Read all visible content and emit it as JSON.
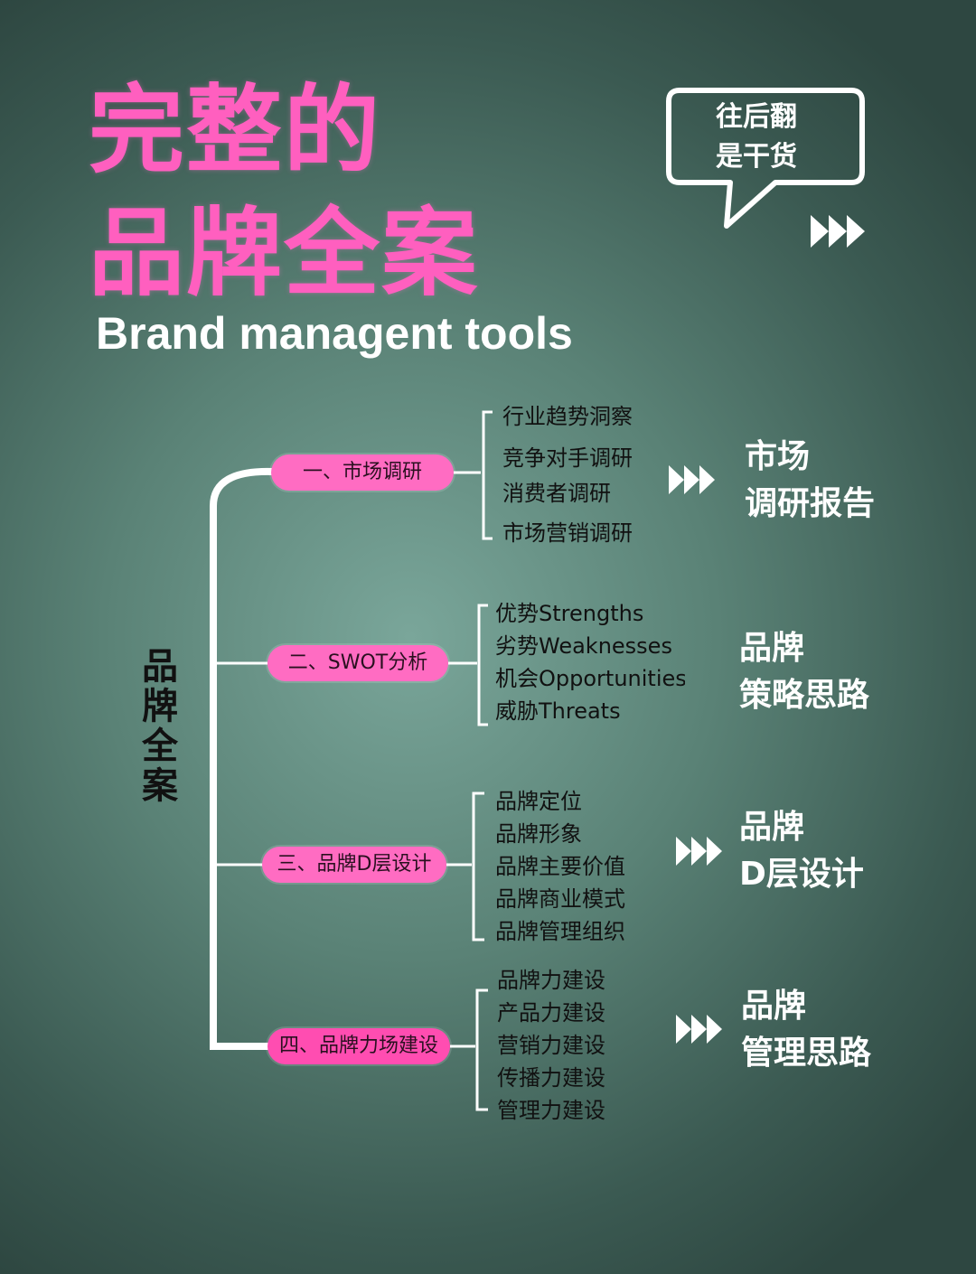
{
  "title": {
    "line1": "完整的",
    "line2": "品牌全案",
    "subtitle": "Brand managent tools"
  },
  "bubble": {
    "line1": "往后翻",
    "line2": "是干货"
  },
  "root": {
    "label": "品牌全案"
  },
  "branches": [
    {
      "label": "一、市场调研",
      "items": [
        "行业趋势洞察",
        "竞争对手调研",
        "消费者调研",
        "市场营销调研"
      ],
      "result": [
        "市场",
        "调研报告"
      ]
    },
    {
      "label": "二、SWOT分析",
      "items": [
        "优势Strengths",
        "劣势Weaknesses",
        "机会Opportunities",
        "威胁Threats"
      ],
      "result": [
        "品牌",
        "策略思路"
      ]
    },
    {
      "label": "三、品牌D层设计",
      "items": [
        "品牌定位",
        "品牌形象",
        "品牌主要价值",
        "品牌商业模式",
        "品牌管理组织"
      ],
      "result": [
        "品牌",
        "D层设计"
      ]
    },
    {
      "label": "四、品牌力场建设",
      "items": [
        "品牌力建设",
        "产品力建设",
        "营销力建设",
        "传播力建设",
        "管理力建设"
      ],
      "result": [
        "品牌",
        "管理思路"
      ]
    }
  ],
  "colors": {
    "accent": "#ff5fbf",
    "pill": "#ff6cc2",
    "line": "#ffffff",
    "text": "#111111"
  },
  "icons": [
    "speech-bubble-icon",
    "fast-forward-icon"
  ]
}
